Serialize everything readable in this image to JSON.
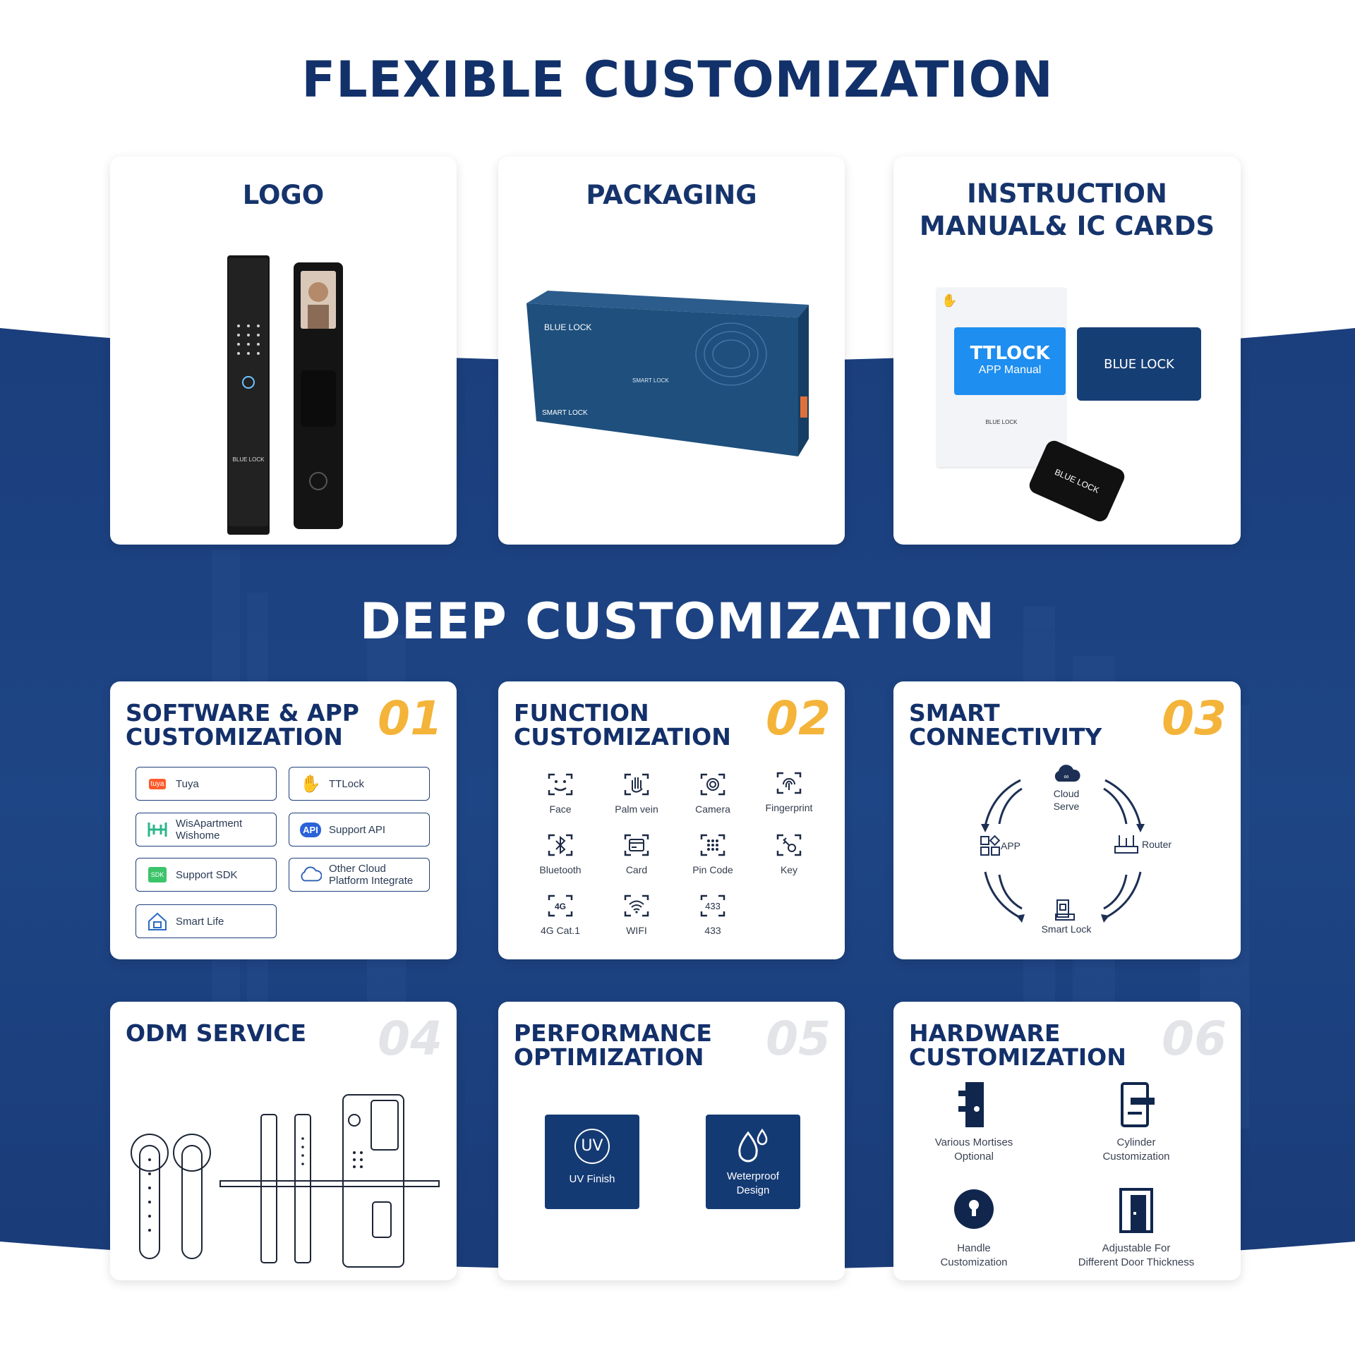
{
  "header": {
    "title": "FLEXIBLE CUSTOMIZATION"
  },
  "flex_cards": {
    "logo": {
      "title": "LOGO",
      "brand": "BLUE LOCK"
    },
    "packaging": {
      "title": "PACKAGING",
      "box_brand": "BLUE LOCK",
      "box_text": "SMART LOCK",
      "box_side": "SMART LOCK"
    },
    "manual": {
      "title_line1": "INSTRUCTION",
      "title_line2": "MANUAL& IC CARDS",
      "manual_brand": "TTLOCK",
      "manual_sub": "APP Manual",
      "manual_footer": "BLUE LOCK",
      "card_brand": "BLUE LOCK",
      "fob_brand": "BLUE LOCK"
    }
  },
  "section2": {
    "title": "DEEP CUSTOMIZATION"
  },
  "deep_cards": {
    "software": {
      "title_line1": "SOFTWARE & APP",
      "title_line2": "CUSTOMIZATION",
      "num": "01",
      "items": [
        {
          "label": "Tuya",
          "icon": "tuya-logo"
        },
        {
          "label": "TTLock",
          "icon": "ttlock-hand-icon"
        },
        {
          "label": "WisApartment",
          "label2": "Wishome",
          "icon": "wisapartment-icon"
        },
        {
          "label": "Support API",
          "icon": "api-icon"
        },
        {
          "label": "Support SDK",
          "icon": "sdk-icon"
        },
        {
          "label": "Other Cloud",
          "label2": "Platform Integrate",
          "icon": "cloud-icon"
        },
        {
          "label": "Smart Life",
          "icon": "smart-life-icon"
        }
      ],
      "tuya_badge": "tuya"
    },
    "function": {
      "title_line1": "FUNCTION",
      "title_line2": "CUSTOMIZATION",
      "num": "02",
      "items": [
        "Face",
        "Palm vein",
        "Camera",
        "Fingerprint",
        "Bluetooth",
        "Card",
        "Pin Code",
        "Key",
        "4G Cat.1",
        "WIFI",
        "433"
      ],
      "icon_4g": "4G",
      "icon_433": "433"
    },
    "connectivity": {
      "title_line1": "SMART",
      "title_line2": "CONNECTIVITY",
      "num": "03",
      "cloud": "Cloud",
      "cloud2": "Serve",
      "app": "APP",
      "router": "Router",
      "lock": "Smart Lock"
    },
    "odm": {
      "title": "ODM SERVICE",
      "num": "04"
    },
    "performance": {
      "title_line1": "PERFORMANCE",
      "title_line2": "OPTIMIZATION",
      "num": "05",
      "uv_icon": "UV",
      "uv_label": "UV Finish",
      "water_label1": "Weterproof",
      "water_label2": "Design"
    },
    "hardware": {
      "title_line1": "HARDWARE",
      "title_line2": "CUSTOMIZATION",
      "num": "06",
      "items": [
        {
          "l1": "Various Mortises",
          "l2": "Optional"
        },
        {
          "l1": "Cylinder",
          "l2": "Customization"
        },
        {
          "l1": "Handle",
          "l2": "Customization"
        },
        {
          "l1": "Adjustable For",
          "l2": "Different Door Thickness"
        }
      ]
    }
  },
  "colors": {
    "navy": "#13336b",
    "band": "#1a3c78",
    "accent": "#f4b43a"
  }
}
